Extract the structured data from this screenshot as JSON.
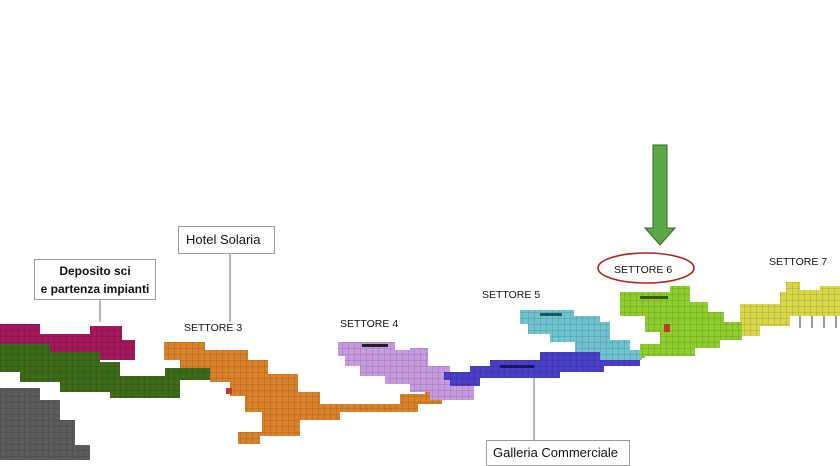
{
  "callouts": {
    "deposito_line1": "Deposito sci",
    "deposito_line2": "e partenza impianti",
    "hotel": "Hotel Solaria",
    "galleria": "Galleria Commerciale"
  },
  "sectors": {
    "s3": "SETTORE 3",
    "s4": "SETTORE 4",
    "s5": "SETTORE 5",
    "s6": "SETTORE 6",
    "s7": "SETTORE 7"
  },
  "colors": {
    "magenta": "#a3195b",
    "dark_green": "#3d6b1a",
    "gray": "#5c5c5c",
    "orange": "#d9822b",
    "violet": "#c89be0",
    "blue": "#4a3fc7",
    "cyan": "#6fc4cf",
    "lime": "#8fce2e",
    "yellow": "#d8d84a",
    "highlight_ellipse": "#b02020",
    "arrow": "#5aa946"
  }
}
